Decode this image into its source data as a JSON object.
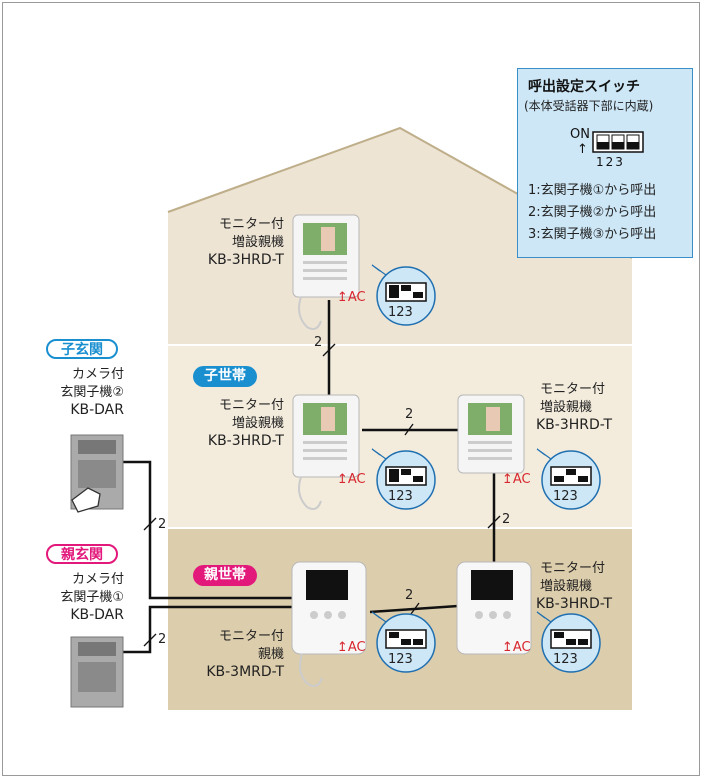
{
  "legend": {
    "title": "呼出設定スイッチ",
    "subtitle": "(本体受話器下部に内蔵)",
    "on_label": "ON",
    "arrow": "↑",
    "switch_numbers": "123",
    "items": [
      "1:玄関子機①から呼出",
      "2:玄関子機②から呼出",
      "3:玄関子機③から呼出"
    ]
  },
  "zones": {
    "child_household": "子世帯",
    "parent_household": "親世帯"
  },
  "entrances": {
    "child": {
      "tag": "子玄関",
      "desc1": "カメラ付",
      "desc2": "玄関子機②",
      "model": "KB-DAR"
    },
    "parent": {
      "tag": "親玄関",
      "desc1": "カメラ付",
      "desc2": "玄関子機①",
      "model": "KB-DAR"
    }
  },
  "units": {
    "top": {
      "desc1": "モニター付",
      "desc2": "増設親機",
      "model": "KB-3HRD-T",
      "ac": "↥AC",
      "switch_numbers": "123"
    },
    "child_left": {
      "desc1": "モニター付",
      "desc2": "増設親機",
      "model": "KB-3HRD-T",
      "ac": "↥AC",
      "switch_numbers": "123"
    },
    "child_right": {
      "desc1": "モニター付",
      "desc2": "増設親機",
      "model": "KB-3HRD-T",
      "ac": "↥AC",
      "switch_numbers": "123"
    },
    "parent_main": {
      "desc1": "モニター付",
      "desc2": "親機",
      "model": "KB-3MRD-T",
      "ac": "↥AC",
      "switch_numbers": "123"
    },
    "parent_right": {
      "desc1": "モニター付",
      "desc2": "増設親機",
      "model": "KB-3HRD-T",
      "ac": "↥AC",
      "switch_numbers": "123"
    }
  },
  "wire_count": "2",
  "colors": {
    "attic": "#ede4d4",
    "child_floor": "#f3ecdd",
    "parent_floor": "#dccdac",
    "legend_bg": "#cde7f7",
    "bubble_bg": "#cde7f7",
    "child_tag": "#1a8fd0",
    "parent_tag": "#e2187b",
    "ac_red": "#d8262e"
  }
}
